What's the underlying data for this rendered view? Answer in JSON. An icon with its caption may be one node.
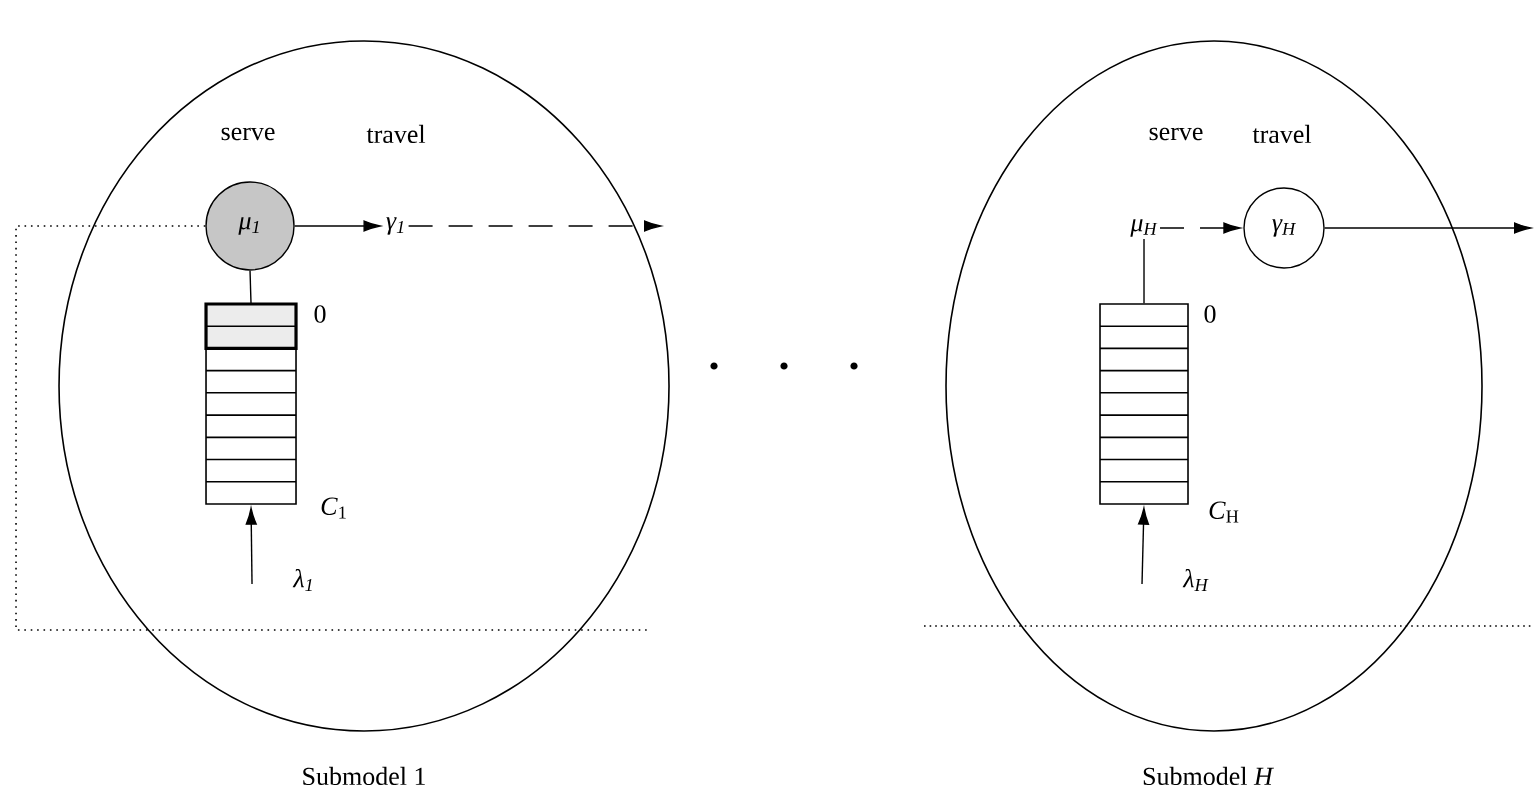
{
  "diagram": {
    "nodes": [
      {
        "text": [],
        "shape": "ellipse",
        "beside": [
          "Submodel 1"
        ]
      },
      {
        "text": [
          "μ$_{1}$"
        ],
        "in": 0
      },
      {
        "text": [
          "γ$_{1}$"
        ],
        "in": 0
      },
      {
        "text": [],
        "shape": "box",
        "in": 0,
        "beside": [
          "0",
          "*C*$_{1}$"
        ]
      },
      {
        "text": [],
        "shape": "ellipse",
        "beside": [
          "Submodel *H*"
        ]
      },
      {
        "text": [
          "μ$_{H}$"
        ],
        "in": 4
      },
      {
        "text": [
          "γ$_{H}$"
        ],
        "in": 4
      },
      {
        "text": [],
        "shape": "box",
        "in": 4,
        "beside": [
          "0",
          "*C*$_{H}$"
        ]
      }
    ],
    "edges": [
      {
        "from": 1,
        "to": 2,
        "arrow": "to"
      },
      {
        "from": 2,
        "to": null,
        "arrow": "to",
        "style": "dashed"
      },
      {
        "from": 1,
        "to": 3,
        "arrow": "none"
      },
      {
        "from": null,
        "to": 3,
        "arrow": "to",
        "label": "λ$_{1}$"
      },
      {
        "from": 1,
        "to": null,
        "arrow": "none",
        "style": "dashed"
      },
      {
        "from": 5,
        "to": 6,
        "arrow": "to",
        "style": "dashed"
      },
      {
        "from": 5,
        "to": 7,
        "arrow": "none"
      },
      {
        "from": 6,
        "to": null,
        "arrow": "to"
      },
      {
        "from": null,
        "to": 7,
        "arrow": "to",
        "label": "λ$_{H}$"
      }
    ],
    "labels": [
      "serve",
      "travel",
      "serve",
      "travel"
    ]
  }
}
